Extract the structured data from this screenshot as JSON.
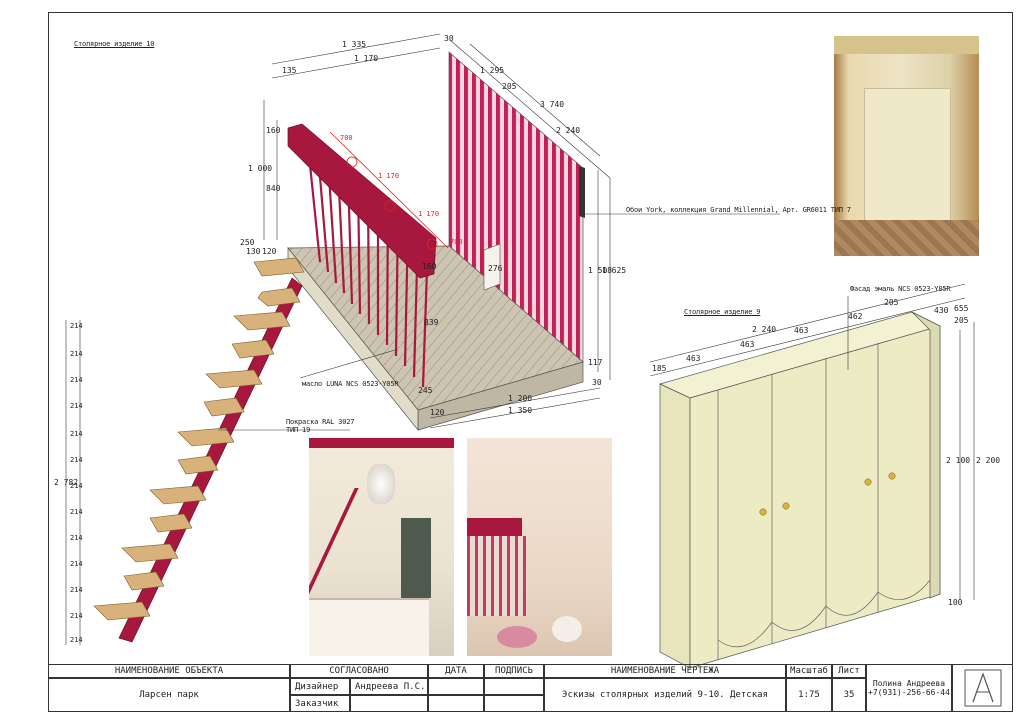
{
  "sheet": {
    "frame_title_left": "Столярное изделие 10",
    "frame_title_right": "Столярное изделие 9"
  },
  "staircase_drawing": {
    "top_dims": [
      "1 335",
      "1 170",
      "135",
      "30"
    ],
    "right_dims": [
      "1 295",
      "205",
      "3 740",
      "2 240"
    ],
    "left_dims": [
      "160",
      "1 000",
      "840"
    ],
    "step_dims": [
      "250",
      "130",
      "120"
    ],
    "red_dims": [
      "700",
      "1 170",
      "1 170",
      "700"
    ],
    "post_dims": [
      "160",
      "839",
      "276"
    ],
    "wall_dims": [
      "1 508",
      "1 625",
      "117",
      "30"
    ],
    "bottom_dims": [
      "245",
      "1 200",
      "120",
      "1 350"
    ],
    "total_height": "2 782",
    "step_rise": "214",
    "note_wallpaper": "Обои York, коллекция Grand Millennial, Арт. GR6011 ТИП 7",
    "note_oil": "масло LUNA NCS 0523-Y05R",
    "note_paint_1": "Покраска RAL 3027",
    "note_paint_2": "ТИП 19"
  },
  "wardrobe_drawing": {
    "note_facade": "Фасад эмаль NCS 0523-Y05R",
    "top_dims": [
      "185",
      "463",
      "463",
      "2 240",
      "463",
      "462",
      "205",
      "430",
      "655",
      "205"
    ],
    "right_dims": [
      "2 100",
      "2 200",
      "100"
    ]
  },
  "title_block": {
    "object_header": "НАИМЕНОВАНИЕ ОБЪЕКТА",
    "object_value": "Ларсен парк",
    "agreed_header": "СОГЛАСОВАНО",
    "designer_label": "Дизайнер",
    "designer_name": "Андреева П.С.",
    "customer_label": "Заказчик",
    "date_header": "ДАТА",
    "sign_header": "ПОДПИСЬ",
    "drawing_header": "НАИМЕНОВАНИЕ ЧЕРТЕЖА",
    "drawing_value": "Эскизы столярных изделий 9-10. Детская",
    "scale_header": "Масштаб",
    "scale_value": "1:75",
    "sheet_header": "Лист",
    "sheet_value": "35",
    "author_name": "Полина Андреева",
    "author_phone": "+7(931)-256-66-44"
  },
  "colors": {
    "crimson": "#a8183e",
    "wood": "#d8b27a",
    "floor": "#cfc6b4",
    "wardrobe": "#ecebc4",
    "wall_light": "#f1e7d8"
  }
}
